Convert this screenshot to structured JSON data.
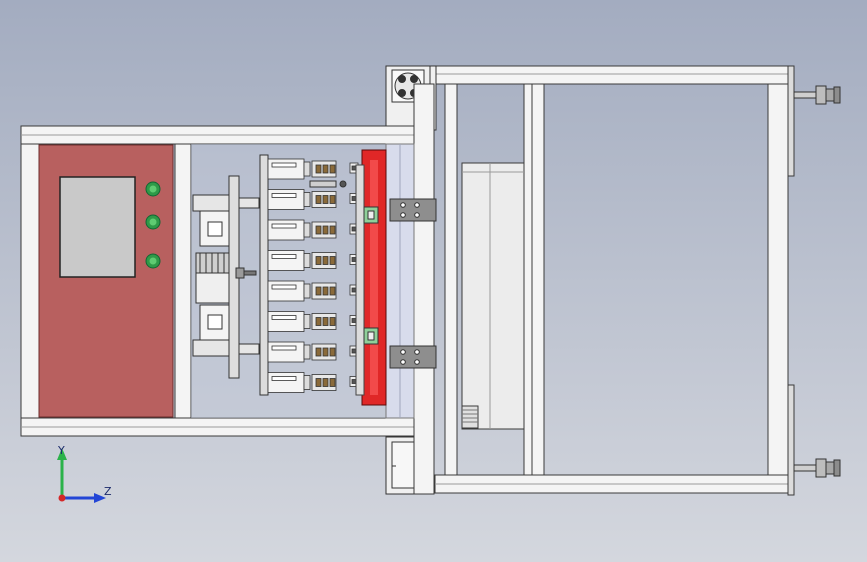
{
  "viewport": {
    "background_top": "#a3acc0",
    "background_bottom": "#d4d7de"
  },
  "colors": {
    "frame_fill": "#f4f4f4",
    "frame_stroke": "#3a3a3a",
    "control_panel": "#b8605f",
    "screen": "#c9c9c9",
    "indicator_light": "#2f9a48",
    "fixture_plate": "#e02727",
    "sensor_block": "#8fd09a",
    "guide_rail": "#d8dcec",
    "bracket": "#8e8e8e",
    "terminal_block": "#8a6a3a"
  },
  "triad": {
    "y_axis_label": "Y",
    "z_axis_label": "Z",
    "y_axis_color": "#2bb24a",
    "z_axis_color": "#2346d6",
    "x_axis_color": "#d42828"
  },
  "parts": {
    "indicator_lights": 3,
    "terminal_modules": 8,
    "leveling_feet": 2
  }
}
